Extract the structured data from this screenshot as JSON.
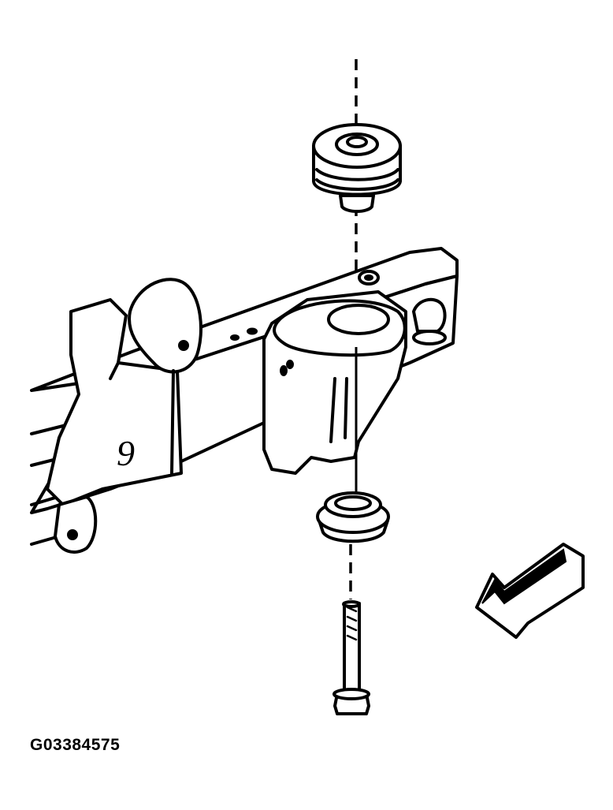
{
  "figure": {
    "part_code": "G03384575",
    "callout_label": "9"
  },
  "icons": {
    "direction_arrow": "arrow-pointing-lower-left",
    "upper_insulator": "mount-insulator-upper",
    "lower_insulator": "mount-insulator-lower",
    "bolt": "hex-flange-bolt"
  }
}
